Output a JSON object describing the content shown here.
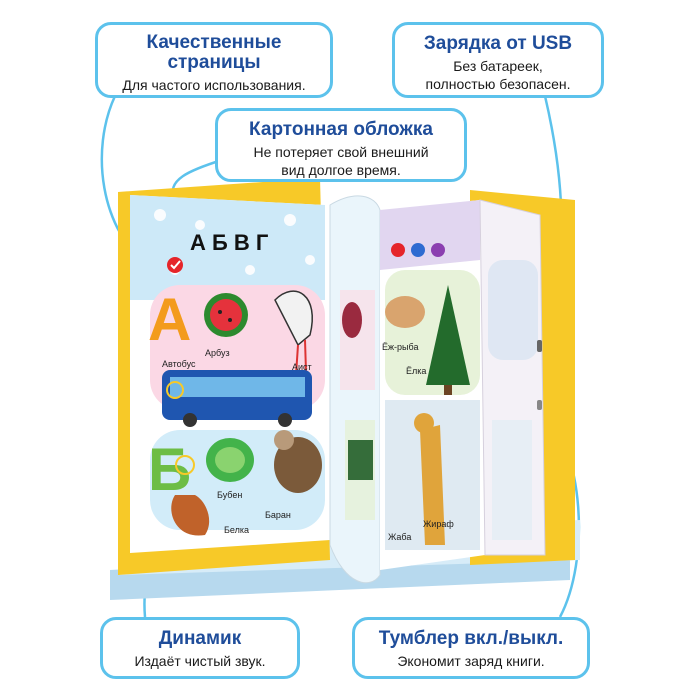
{
  "callouts": {
    "quality": {
      "title_line1": "Качественные",
      "title_line2": "страницы",
      "desc": "Для частого использования."
    },
    "usb": {
      "title": "Зарядка от USB",
      "desc_line1": "Без батареек,",
      "desc_line2": "полностью безопасен."
    },
    "cover": {
      "title": "Картонная обложка",
      "desc_line1": "Не потеряет свой внешний",
      "desc_line2": "вид долгое время."
    },
    "speaker": {
      "title": "Динамик",
      "desc": "Издаёт чистый звук."
    },
    "switch": {
      "title": "Тумблер вкл./выкл.",
      "desc": "Экономит заряд книги."
    }
  },
  "book": {
    "header_letters": "А Б В Г",
    "letter_a": "А",
    "letter_b": "Б",
    "words": {
      "arbuz": "Арбуз",
      "avtobus": "Автобус",
      "aist": "Аист",
      "buben": "Бубен",
      "baran": "Баран",
      "belka": "Белка",
      "ezh_ryba": "Ёж-рыба",
      "elka": "Ёлка",
      "zhaba": "Жаба",
      "zhiraf": "Жираф"
    }
  },
  "colors": {
    "accent": "#5cc2ec",
    "title": "#1f4d9a",
    "book_yellow": "#f7c928",
    "letter_orange": "#f39b1c",
    "letter_green": "#6dbd45"
  }
}
